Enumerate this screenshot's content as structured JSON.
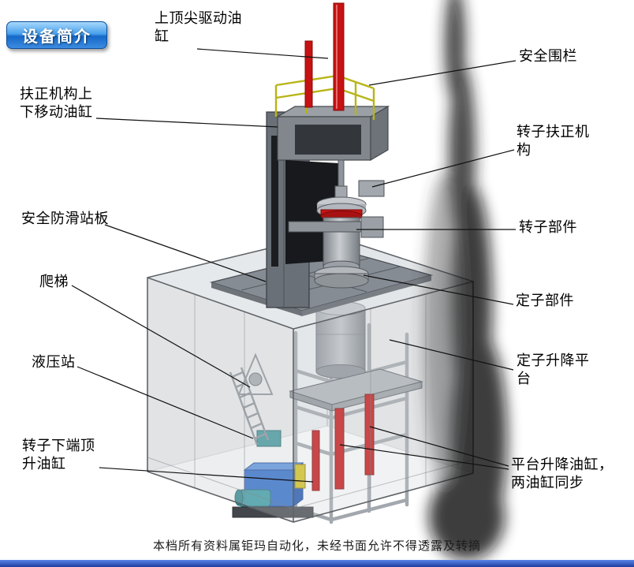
{
  "badge": {
    "label": "设备简介"
  },
  "labels": [
    {
      "id": "top-spindle-drive-cylinder",
      "text": "上顶尖驱动油缸"
    },
    {
      "id": "safety-fence",
      "text": "安全围栏"
    },
    {
      "id": "centering-mechanism-lift-cylinder",
      "text": "扶正机构上下移动油缸"
    },
    {
      "id": "rotor-centering-mechanism",
      "text": "转子扶正机构"
    },
    {
      "id": "anti-slip-standing-platform",
      "text": "安全防滑站板"
    },
    {
      "id": "rotor-component",
      "text": "转子部件"
    },
    {
      "id": "ladder",
      "text": "爬梯"
    },
    {
      "id": "stator-component",
      "text": "定子部件"
    },
    {
      "id": "hydraulic-station",
      "text": "液压站"
    },
    {
      "id": "stator-lift-platform",
      "text": "定子升降平台"
    },
    {
      "id": "rotor-bottom-jack-cylinder",
      "text": "转子下端顶升油缸"
    },
    {
      "id": "platform-lift-cylinders",
      "text": "平台升降油缸，两油缸同步"
    }
  ],
  "footer": {
    "text": "本档所有资料属钜玛自动化，未经书面允许不得透露及转摘"
  },
  "colors": {
    "badge_blue": "#2f8de0",
    "cylinder_red": "#c61212",
    "railing_yellow": "#b8b516",
    "hydraulic_blue": "#2e6fd0",
    "structure_gray": "#8a9098",
    "bottom_bar_blue": "#1c3ea0"
  }
}
